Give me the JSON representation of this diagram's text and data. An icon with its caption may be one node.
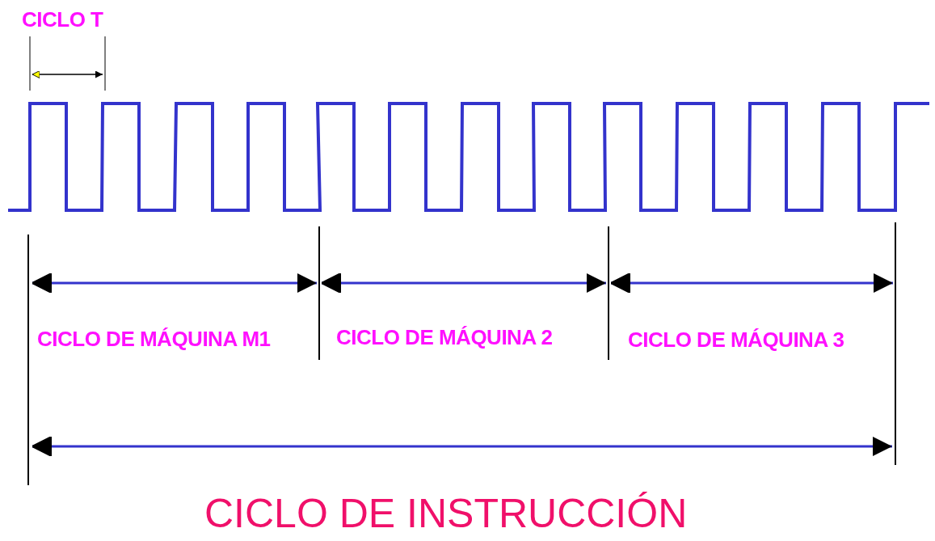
{
  "diagram": {
    "labels": [
      "CICLO T",
      "CICLO DE MÁQUINA M1",
      "CICLO DE MÁQUINA 2",
      "CICLO DE MÁQUINA 3",
      "CICLO DE INSTRUCCIÓN"
    ]
  }
}
